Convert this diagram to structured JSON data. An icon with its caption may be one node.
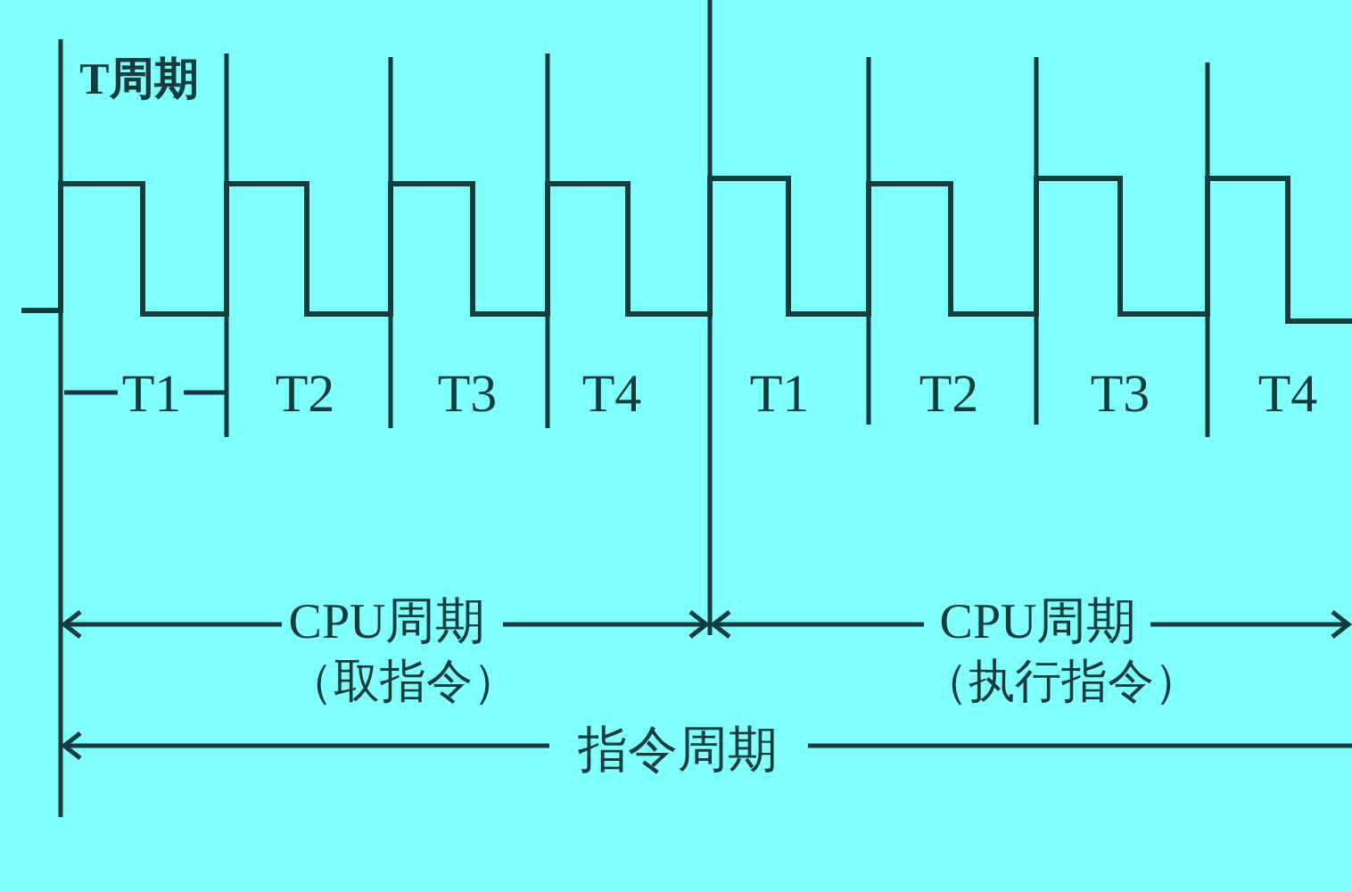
{
  "diagram": {
    "labels": [
      "T周期",
      "T1",
      "T2",
      "T3",
      "T4",
      "T1",
      "T2",
      "T3",
      "T4",
      "CPU周期",
      "CPU周期",
      "（取指令）",
      "（执行指令）",
      "指令周期"
    ]
  }
}
